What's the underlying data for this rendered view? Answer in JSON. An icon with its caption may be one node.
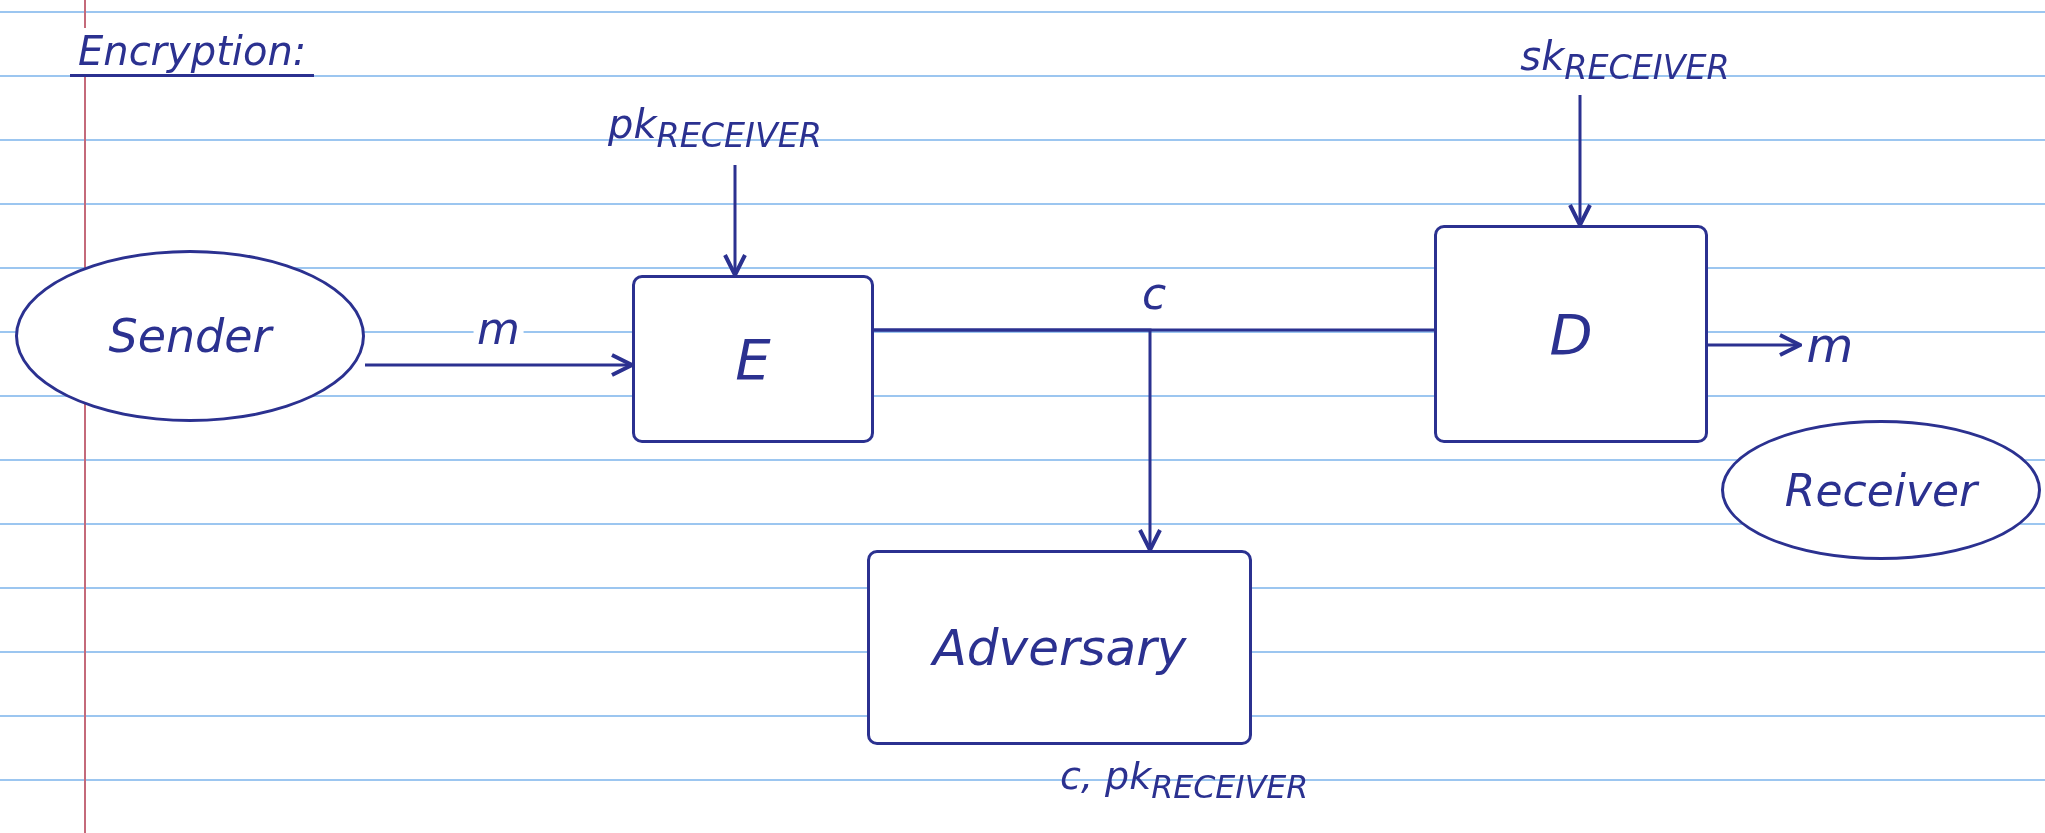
{
  "diagram": {
    "title": "Encryption:",
    "nodes": [
      {
        "text": [
          "Sender"
        ]
      },
      {
        "text": [
          "pk$_{RECEIVER}$"
        ]
      },
      {
        "text": [
          "E"
        ]
      },
      {
        "text": [
          "sk$_{RECEIVER}$"
        ]
      },
      {
        "text": [
          "D"
        ]
      },
      {
        "text": [
          "m"
        ]
      },
      {
        "text": [
          "Receiver"
        ]
      },
      {
        "text": [
          "Adversary"
        ],
        "beside": [
          "c, pk$_{RECEIVER}$"
        ]
      }
    ],
    "edges": [
      {
        "from": 0,
        "to": 2,
        "arrow": "to",
        "label": "m"
      },
      {
        "from": 1,
        "to": 2,
        "arrow": "to"
      },
      {
        "from": 2,
        "to": 4,
        "arrow": "none",
        "label": "c"
      },
      {
        "from": 2,
        "to": 7,
        "arrow": "to"
      },
      {
        "from": 3,
        "to": 4,
        "arrow": "to"
      },
      {
        "from": 4,
        "to": 5,
        "arrow": "to"
      }
    ]
  }
}
